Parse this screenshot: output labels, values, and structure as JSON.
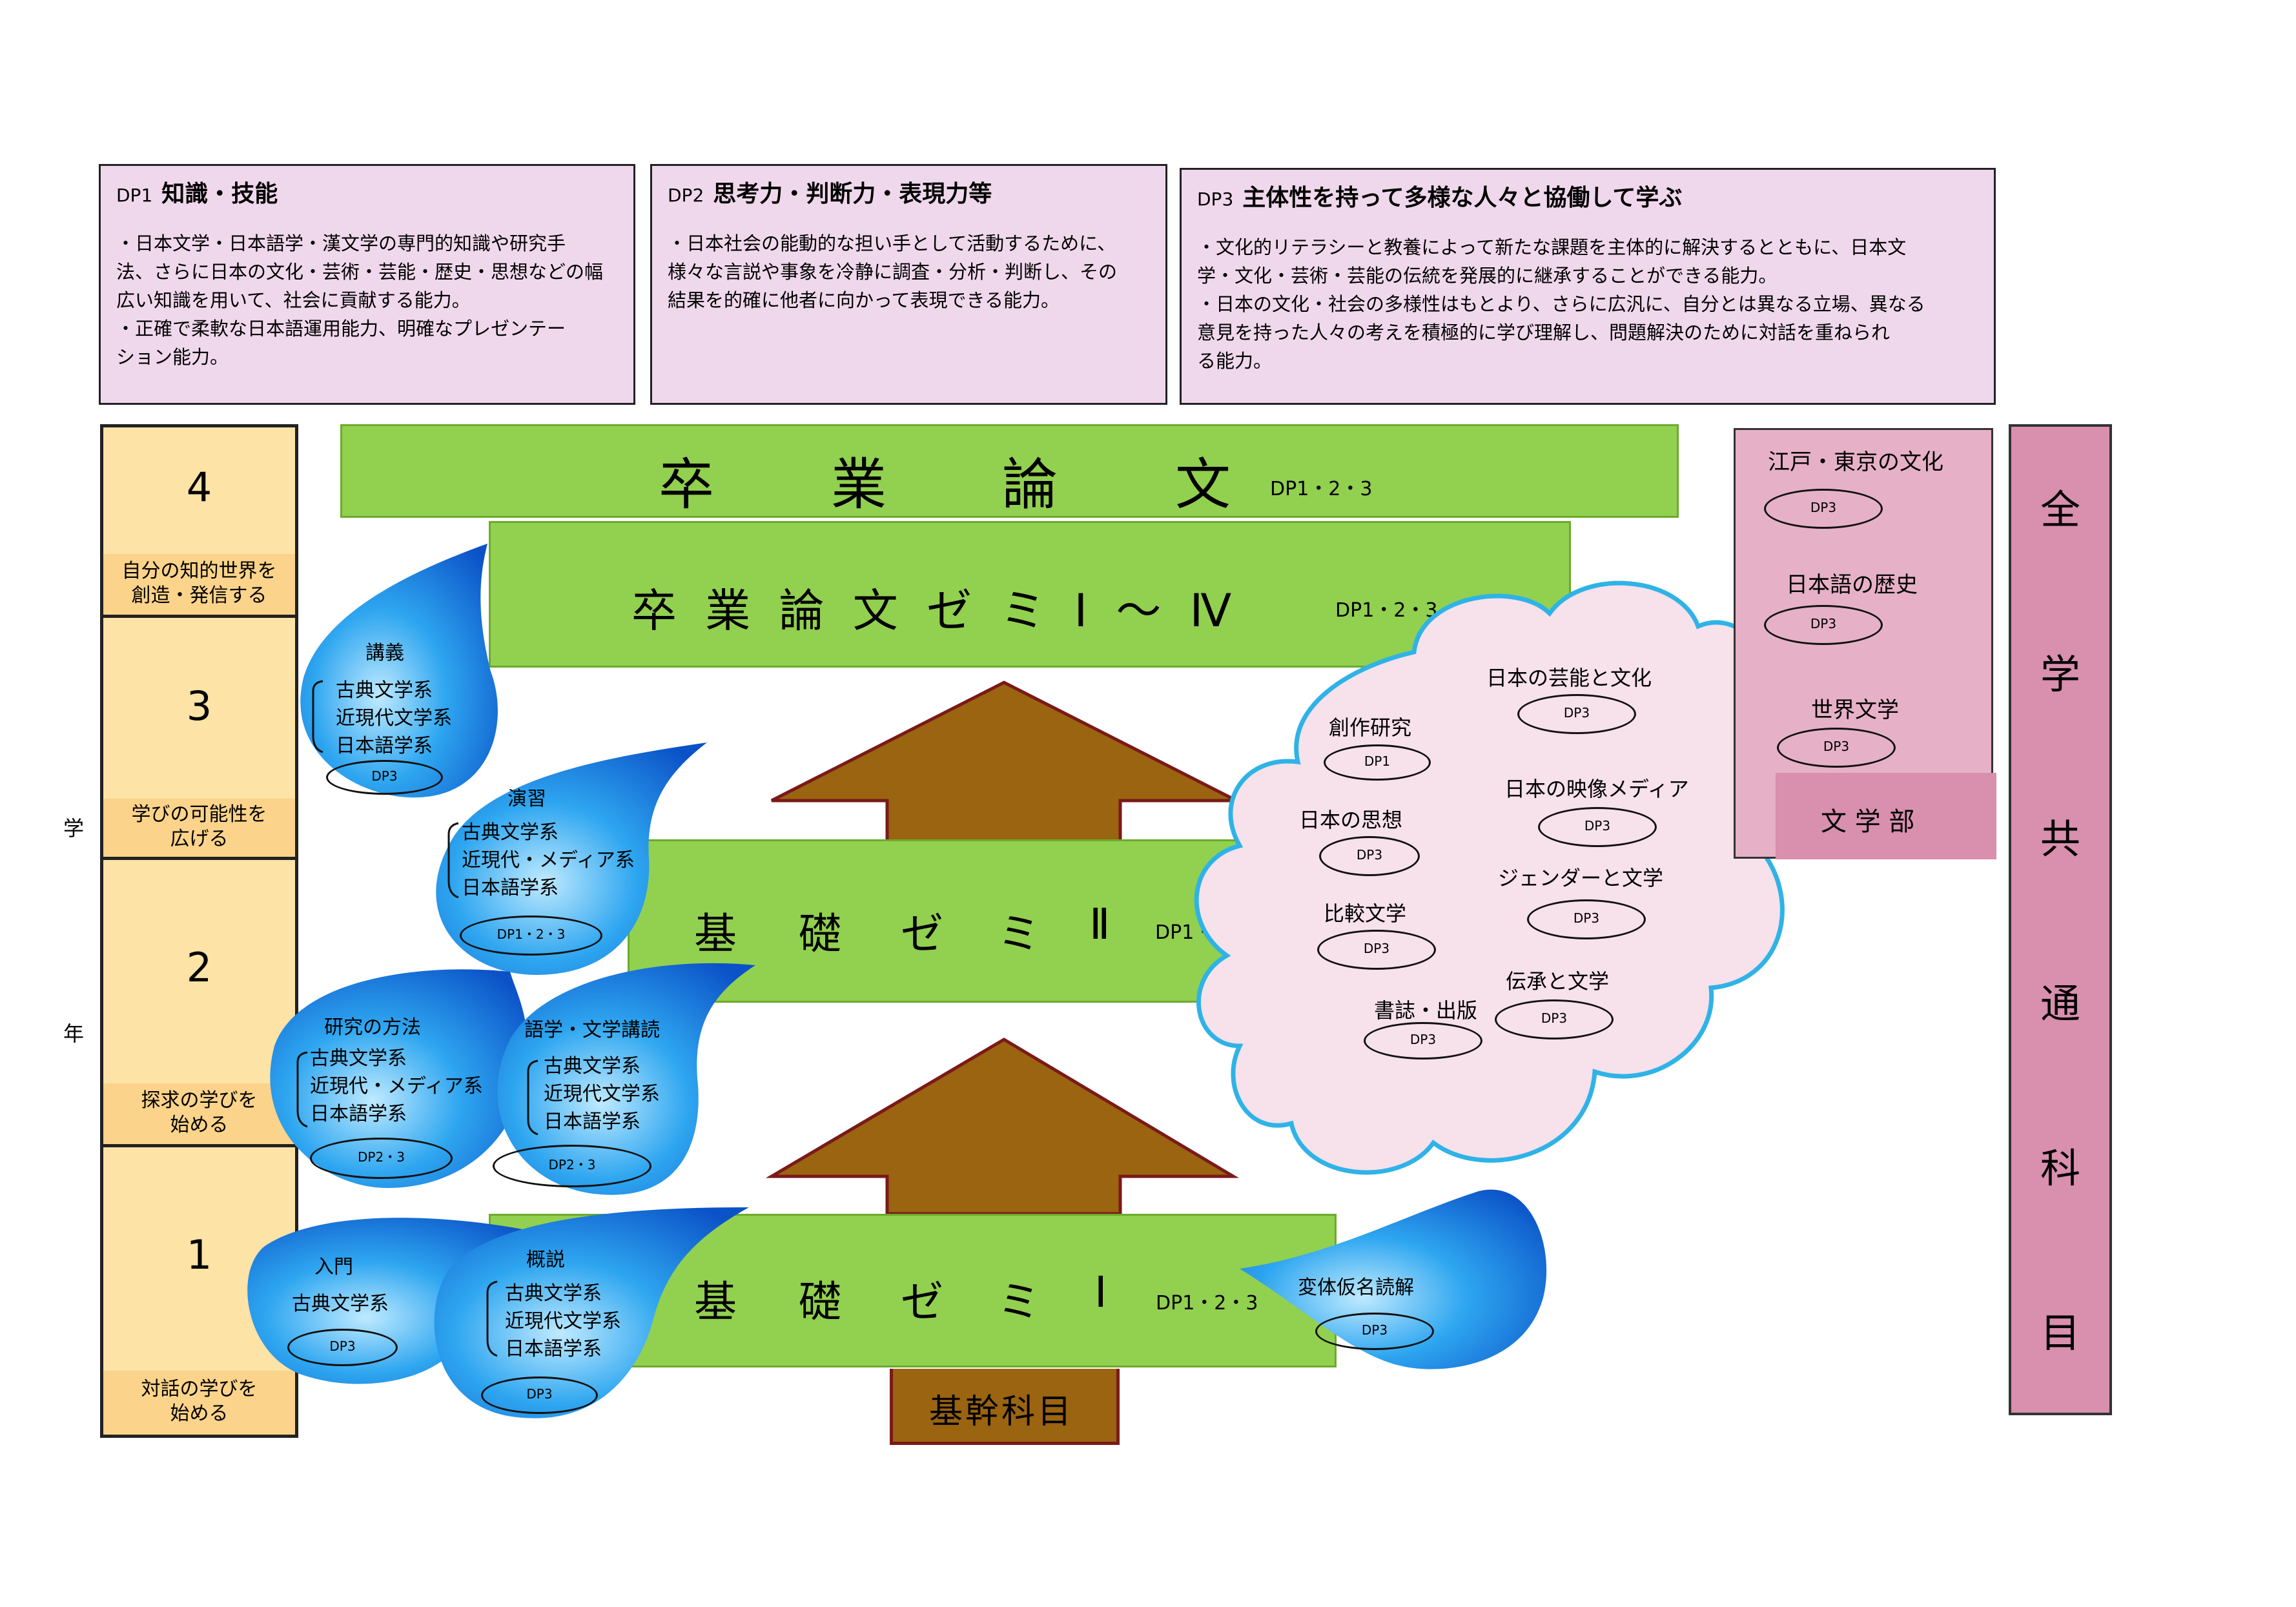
{
  "dp": [
    {
      "no": "DP1",
      "title": "知識・技能",
      "body": "・日本文学・日本語学・漢文学の専門的知識や研究手\n法、さらに日本の文化・芸術・芸能・歴史・思想などの幅\n広い知識を用いて、社会に貢献する能力。\n・正確で柔軟な日本語運用能力、明確なプレゼンテー\nション能力。"
    },
    {
      "no": "DP2",
      "title": "思考力・判断力・表現力等",
      "body": "・日本社会の能動的な担い手として活動するために、\n様々な言説や事象を冷静に調査・分析・判断し、その\n結果を的確に他者に向かって表現できる能力。"
    },
    {
      "no": "DP3",
      "title": "主体性を持って多様な人々と協働して学ぶ",
      "body": "・文化的リテラシーと教養によって新たな課題を主体的に解決するとともに、日本文\n学・文化・芸術・芸能の伝統を発展的に継承することができる能力。\n・日本の文化・社会の多様性はもとより、さらに広汎に、自分とは異なる立場、異なる\n意見を持った人々の考えを積極的に学び理解し、問題解決のために対話を重ねられ\nる能力。"
    }
  ],
  "years": [
    {
      "num": "4",
      "caption": "自分の知的世界を\n創造・発信する"
    },
    {
      "num": "3",
      "caption": "学びの可能性を\n広げる"
    },
    {
      "num": "2",
      "caption": "探求の学びを\n始める"
    },
    {
      "num": "1",
      "caption": "対話の学びを\n始める"
    }
  ],
  "gaku": "学",
  "nen": "年",
  "bars": {
    "thesis": {
      "chars": [
        "卒",
        "業",
        "論",
        "文"
      ],
      "dp": "DP1・2・3"
    },
    "seminar": {
      "label": "卒 業 論 文 ゼ ミ Ⅰ 〜 Ⅳ",
      "dp": "DP1・2・3"
    },
    "kiso2": {
      "chars": [
        "基",
        "礎",
        "ゼ",
        "ミ",
        "Ⅱ"
      ],
      "dp": "DP1・2・3"
    },
    "kiso1": {
      "chars": [
        "基",
        "礎",
        "ゼ",
        "ミ",
        "Ⅰ"
      ],
      "dp": "DP1・2・3"
    }
  },
  "kikan": "基幹科目",
  "drops": {
    "kogi": {
      "title": "講義",
      "items": [
        "古典文学系",
        "近現代文学系",
        "日本語学系"
      ],
      "dp": "DP3"
    },
    "enshu": {
      "title": "演習",
      "items": [
        "古典文学系",
        "近現代・メディア系",
        "日本語学系"
      ],
      "dp": "DP1・2・3"
    },
    "kenkyu": {
      "title": "研究の方法",
      "items": [
        "古典文学系",
        "近現代・メディア系",
        "日本語学系"
      ],
      "dp": "DP2・3"
    },
    "gogaku": {
      "title": "語学・文学講読",
      "items": [
        "古典文学系",
        "近現代文学系",
        "日本語学系"
      ],
      "dp": "DP2・3"
    },
    "nyumon": {
      "title": "入門",
      "items": [
        "古典文学系"
      ],
      "dp": "DP3"
    },
    "gaisetsu": {
      "title": "概説",
      "items": [
        "古典文学系",
        "近現代文学系",
        "日本語学系"
      ],
      "dp": "DP3"
    },
    "hentai": {
      "title": "変体仮名読解",
      "dp": "DP3"
    }
  },
  "cloud": [
    {
      "title": "日本の芸能と文化",
      "dp": "DP3"
    },
    {
      "title": "創作研究",
      "dp": "DP1"
    },
    {
      "title": "日本の映像メディア",
      "dp": "DP3"
    },
    {
      "title": "日本の思想",
      "dp": "DP3"
    },
    {
      "title": "ジェンダーと文学",
      "dp": "DP3"
    },
    {
      "title": "比較文学",
      "dp": "DP3"
    },
    {
      "title": "伝承と文学",
      "dp": "DP3"
    },
    {
      "title": "書誌・出版",
      "dp": "DP3"
    }
  ],
  "faculty": {
    "items": [
      {
        "title": "江戸・東京の文化",
        "dp": "DP3"
      },
      {
        "title": "日本語の歴史",
        "dp": "DP3"
      },
      {
        "title": "世界文学",
        "dp": "DP3"
      }
    ],
    "label": "文 学 部"
  },
  "zengaku": [
    "全",
    "学",
    "共",
    "通",
    "科",
    "目"
  ]
}
